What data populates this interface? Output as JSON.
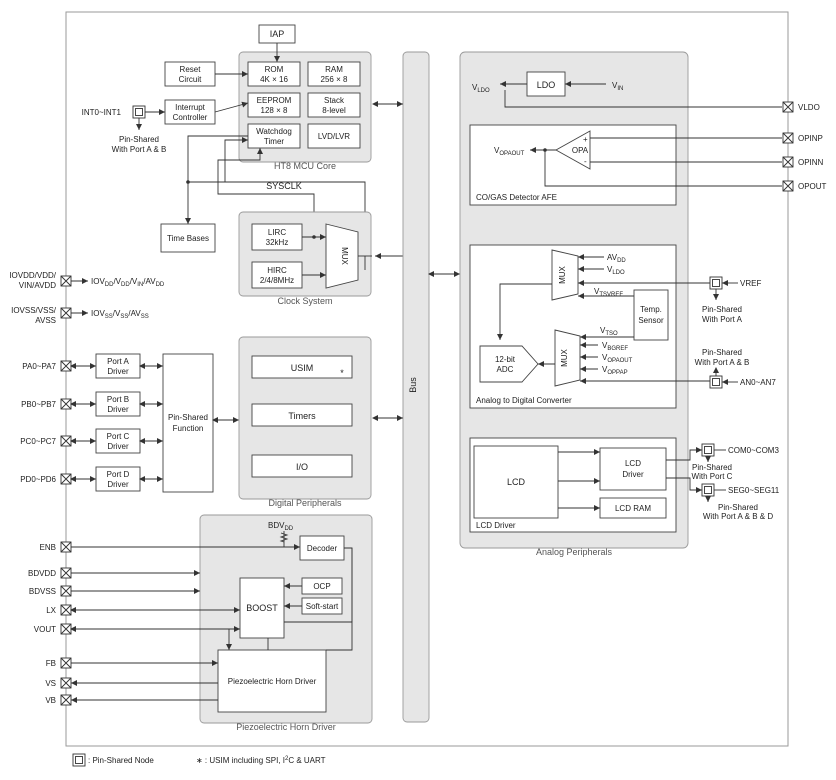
{
  "blocks": {
    "iap": "IAP",
    "rom": [
      "ROM",
      "4K × 16"
    ],
    "ram": [
      "RAM",
      "256 × 8"
    ],
    "eeprom": [
      "EEPROM",
      "128 × 8"
    ],
    "stack": [
      "Stack",
      "8-level"
    ],
    "watchdog": [
      "Watchdog",
      "Timer"
    ],
    "lvd": "LVD/LVR",
    "reset": [
      "Reset",
      "Circuit"
    ],
    "interrupt": [
      "Interrupt",
      "Controller"
    ],
    "time_bases": "Time Bases",
    "lirc": [
      "LIRC",
      "32kHz"
    ],
    "hirc": [
      "HIRC",
      "2/4/8MHz"
    ],
    "mux": "MUX",
    "port_a": [
      "Port A",
      "Driver"
    ],
    "port_b": [
      "Port B",
      "Driver"
    ],
    "port_c": [
      "Port C",
      "Driver"
    ],
    "port_d": [
      "Port D",
      "Driver"
    ],
    "pin_shared_function": [
      "Pin-Shared",
      "Function"
    ],
    "usim": "USIM",
    "usim_star": "*",
    "timers": "Timers",
    "io": "I/O",
    "decoder": "Decoder",
    "ocp": "OCP",
    "soft_start": "Soft-start",
    "boost": "BOOST",
    "horn_driver": "Piezoelectric Horn Driver",
    "bus": "Bus",
    "ldo": "LDO",
    "opa": "OPA",
    "temp_sensor": [
      "Temp.",
      "Sensor"
    ],
    "adc": [
      "12-bit",
      "ADC"
    ],
    "lcd": "LCD",
    "lcd_driver": [
      "LCD",
      "Driver"
    ],
    "lcd_ram": "LCD RAM"
  },
  "groups": {
    "mcu_core": "HT8 MCU Core",
    "clock_system": "Clock System",
    "digital_peripherals": "Digital Peripherals",
    "horn_group": "Piezoelectric Horn Driver",
    "analog_peripherals": "Analog Peripherals",
    "afe": "CO/GAS Detector AFE",
    "adc_group": "Analog to Digital Converter",
    "lcd_group": "LCD Driver"
  },
  "signals": {
    "sysclk": "SYSCLK",
    "vldo_sig": [
      "V",
      "LDO"
    ],
    "vin_sig": [
      "V",
      "IN"
    ],
    "vopaout": [
      "V",
      "OPAOUT"
    ],
    "avdd_sig": [
      "AV",
      "DD"
    ],
    "vldo_adc": [
      "V",
      "LDO"
    ],
    "vtsvref": [
      "V",
      "TSVREF"
    ],
    "vtso": [
      "V",
      "TSO"
    ],
    "vbgref": [
      "V",
      "BGREF"
    ],
    "vopaout2": [
      "V",
      "OPAOUT"
    ],
    "vopp": [
      "V",
      "OPPAP"
    ],
    "bdvdd_sig": [
      "BDV",
      "DD"
    ],
    "plus": "+",
    "minus": "-"
  },
  "pins_left": {
    "int": "INT0~INT1",
    "int_note": [
      "Pin-Shared",
      "With Port A & B"
    ],
    "iovdd": [
      "IOVDD/VDD/",
      "VIN/AVDD"
    ],
    "iovdd_out": [
      "IOV",
      "DD",
      "/V",
      "DD",
      "/V",
      "IN",
      "/AV",
      "DD"
    ],
    "iovss": [
      "IOVSS/VSS/",
      "AVSS"
    ],
    "iovss_out": [
      "IOV",
      "SS",
      "/V",
      "SS",
      "/AV",
      "SS"
    ],
    "pa": "PA0~PA7",
    "pb": "PB0~PB7",
    "pc": "PC0~PC7",
    "pd": "PD0~PD6",
    "enb": "ENB",
    "bdvdd": "BDVDD",
    "bdvss": "BDVSS",
    "lx": "LX",
    "vout": "VOUT",
    "fb": "FB",
    "vs": "VS",
    "vb": "VB"
  },
  "pins_right": {
    "vldo": "VLDO",
    "opinp": "OPINP",
    "opinn": "OPINN",
    "opout": "OPOUT",
    "vref": "VREF",
    "vref_note": [
      "Pin-Shared",
      "With Port A"
    ],
    "an_note": [
      "Pin-Shared",
      "With Port A & B"
    ],
    "an": "AN0~AN7",
    "com": "COM0~COM3",
    "com_note": [
      "Pin-Shared",
      "With Port C"
    ],
    "seg": "SEG0~SEG11",
    "seg_note": [
      "Pin-Shared",
      "With Port A & B & D"
    ]
  },
  "legend": {
    "pin_shared_node": ": Pin-Shared Node",
    "usim_note_pre": "∗ : USIM including SPI, I",
    "usim_note_sup": "2",
    "usim_note_post": "C & UART"
  }
}
